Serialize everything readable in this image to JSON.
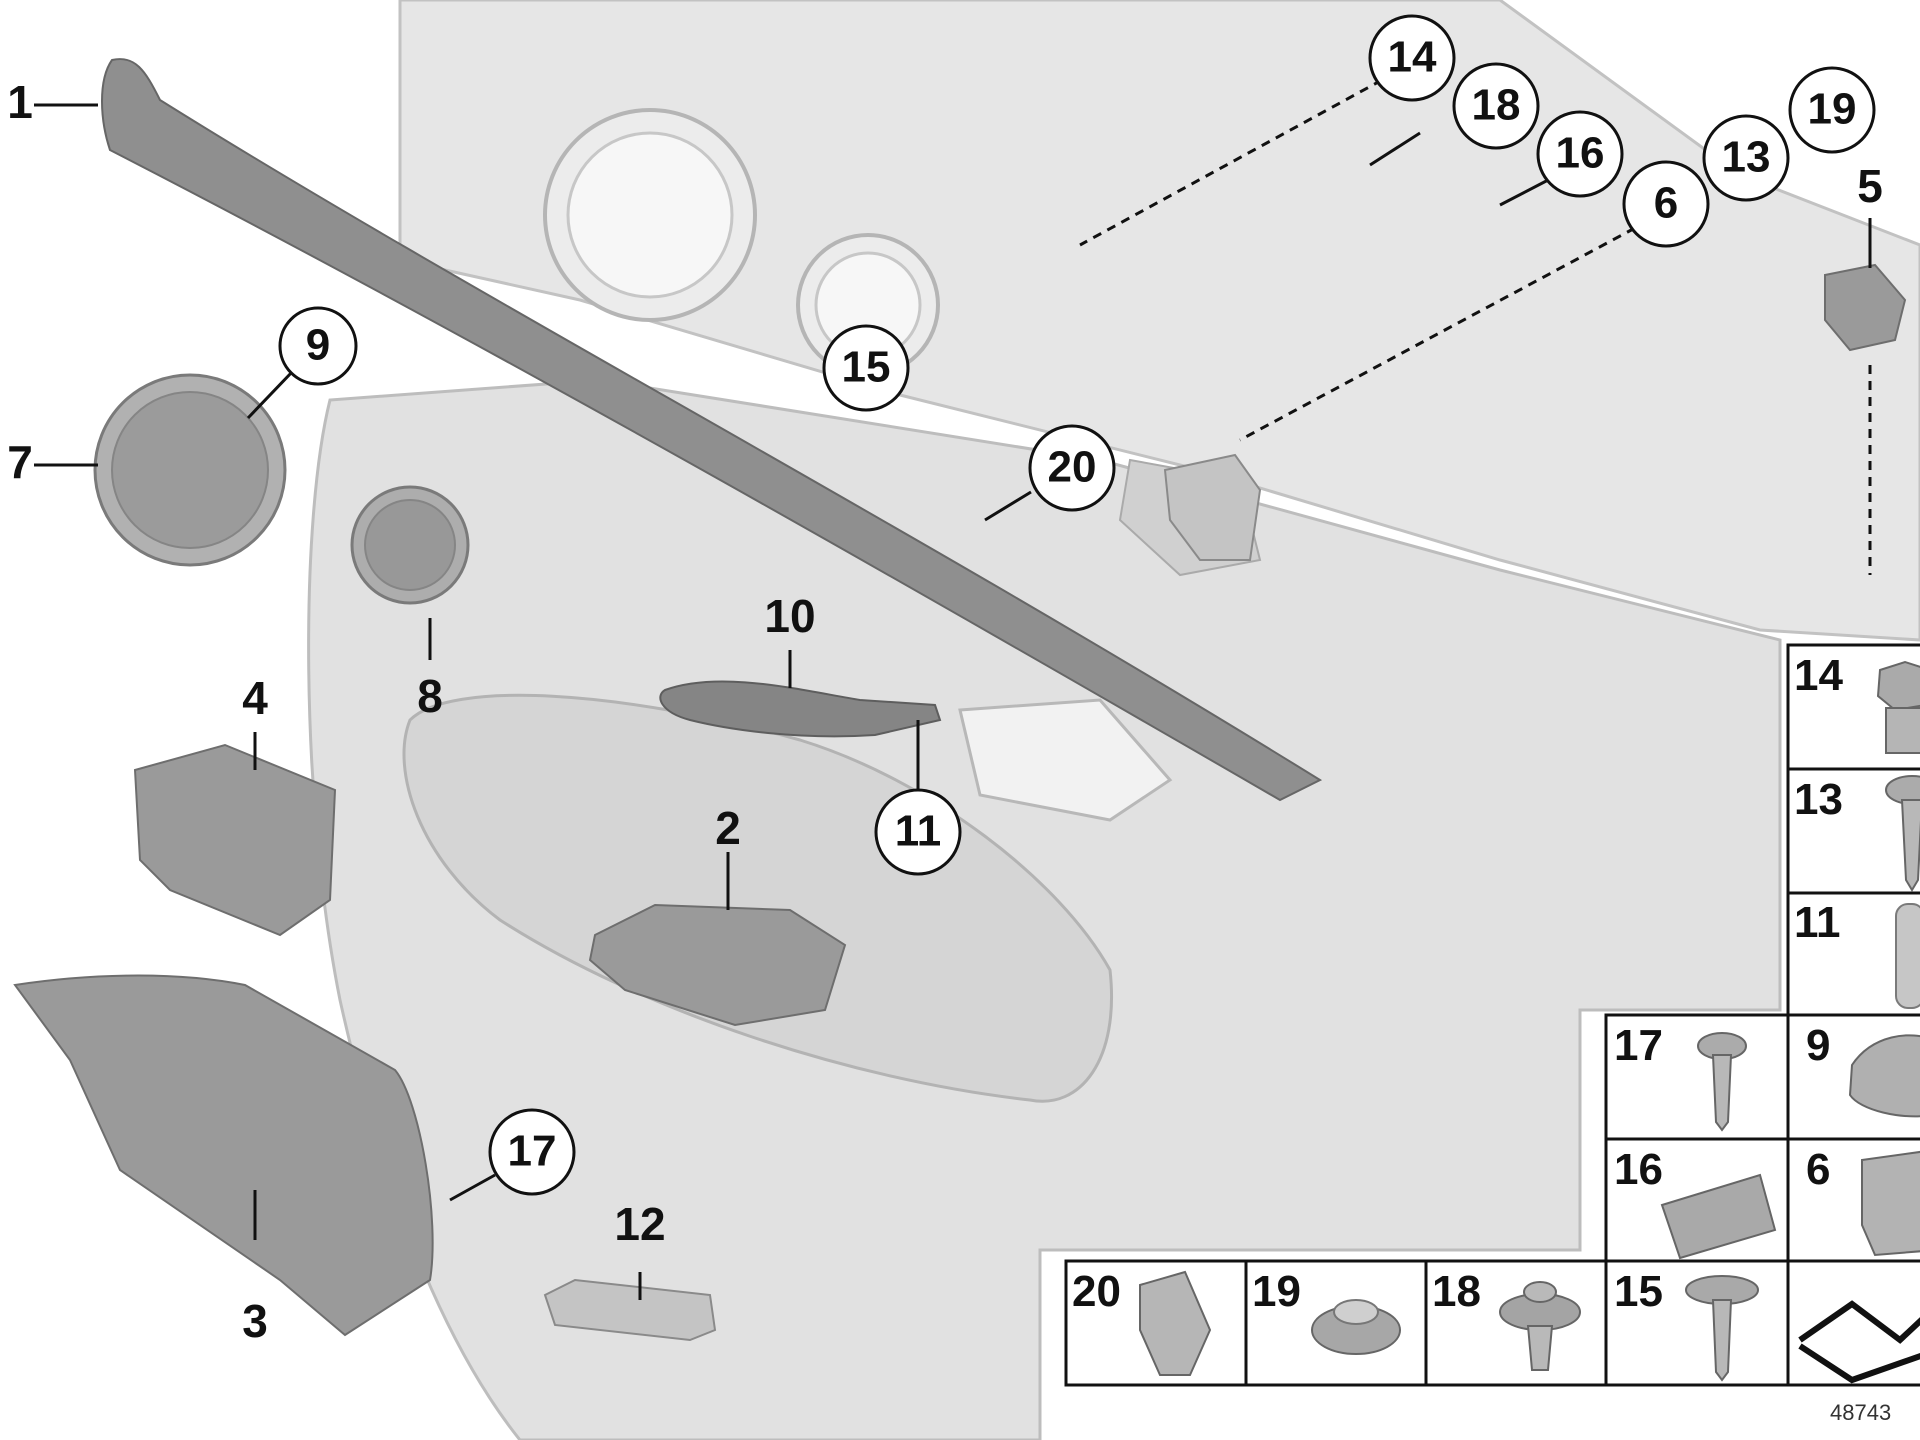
{
  "diagram": {
    "reference_number": "48743",
    "callouts": {
      "p1": "1",
      "p2": "2",
      "p3": "3",
      "p4": "4",
      "p5": "5",
      "p6": "6",
      "p7": "7",
      "p8": "8",
      "p9": "9",
      "p10": "10",
      "p11": "11",
      "p12": "12",
      "p13": "13",
      "p14": "14",
      "p15": "15",
      "p16": "16",
      "p17": "17",
      "p18": "18",
      "p19": "19",
      "p20": "20"
    },
    "parts_legend": [
      {
        "num": "14",
        "icon": "clip-nut-icon"
      },
      {
        "num": "13",
        "icon": "screw-icon"
      },
      {
        "num": "11",
        "icon": "pin-icon"
      },
      {
        "num": "17",
        "icon": "screw-icon"
      },
      {
        "num": "9",
        "icon": "grille-clip-icon"
      },
      {
        "num": "16",
        "icon": "bracket-clip-icon"
      },
      {
        "num": "6",
        "icon": "spring-clip-icon"
      },
      {
        "num": "20",
        "icon": "expanding-clip-icon"
      },
      {
        "num": "19",
        "icon": "push-rivet-icon"
      },
      {
        "num": "18",
        "icon": "plastic-rivet-icon"
      },
      {
        "num": "15",
        "icon": "flange-screw-icon"
      },
      {
        "num": "",
        "icon": "position-arrow-icon"
      }
    ]
  }
}
